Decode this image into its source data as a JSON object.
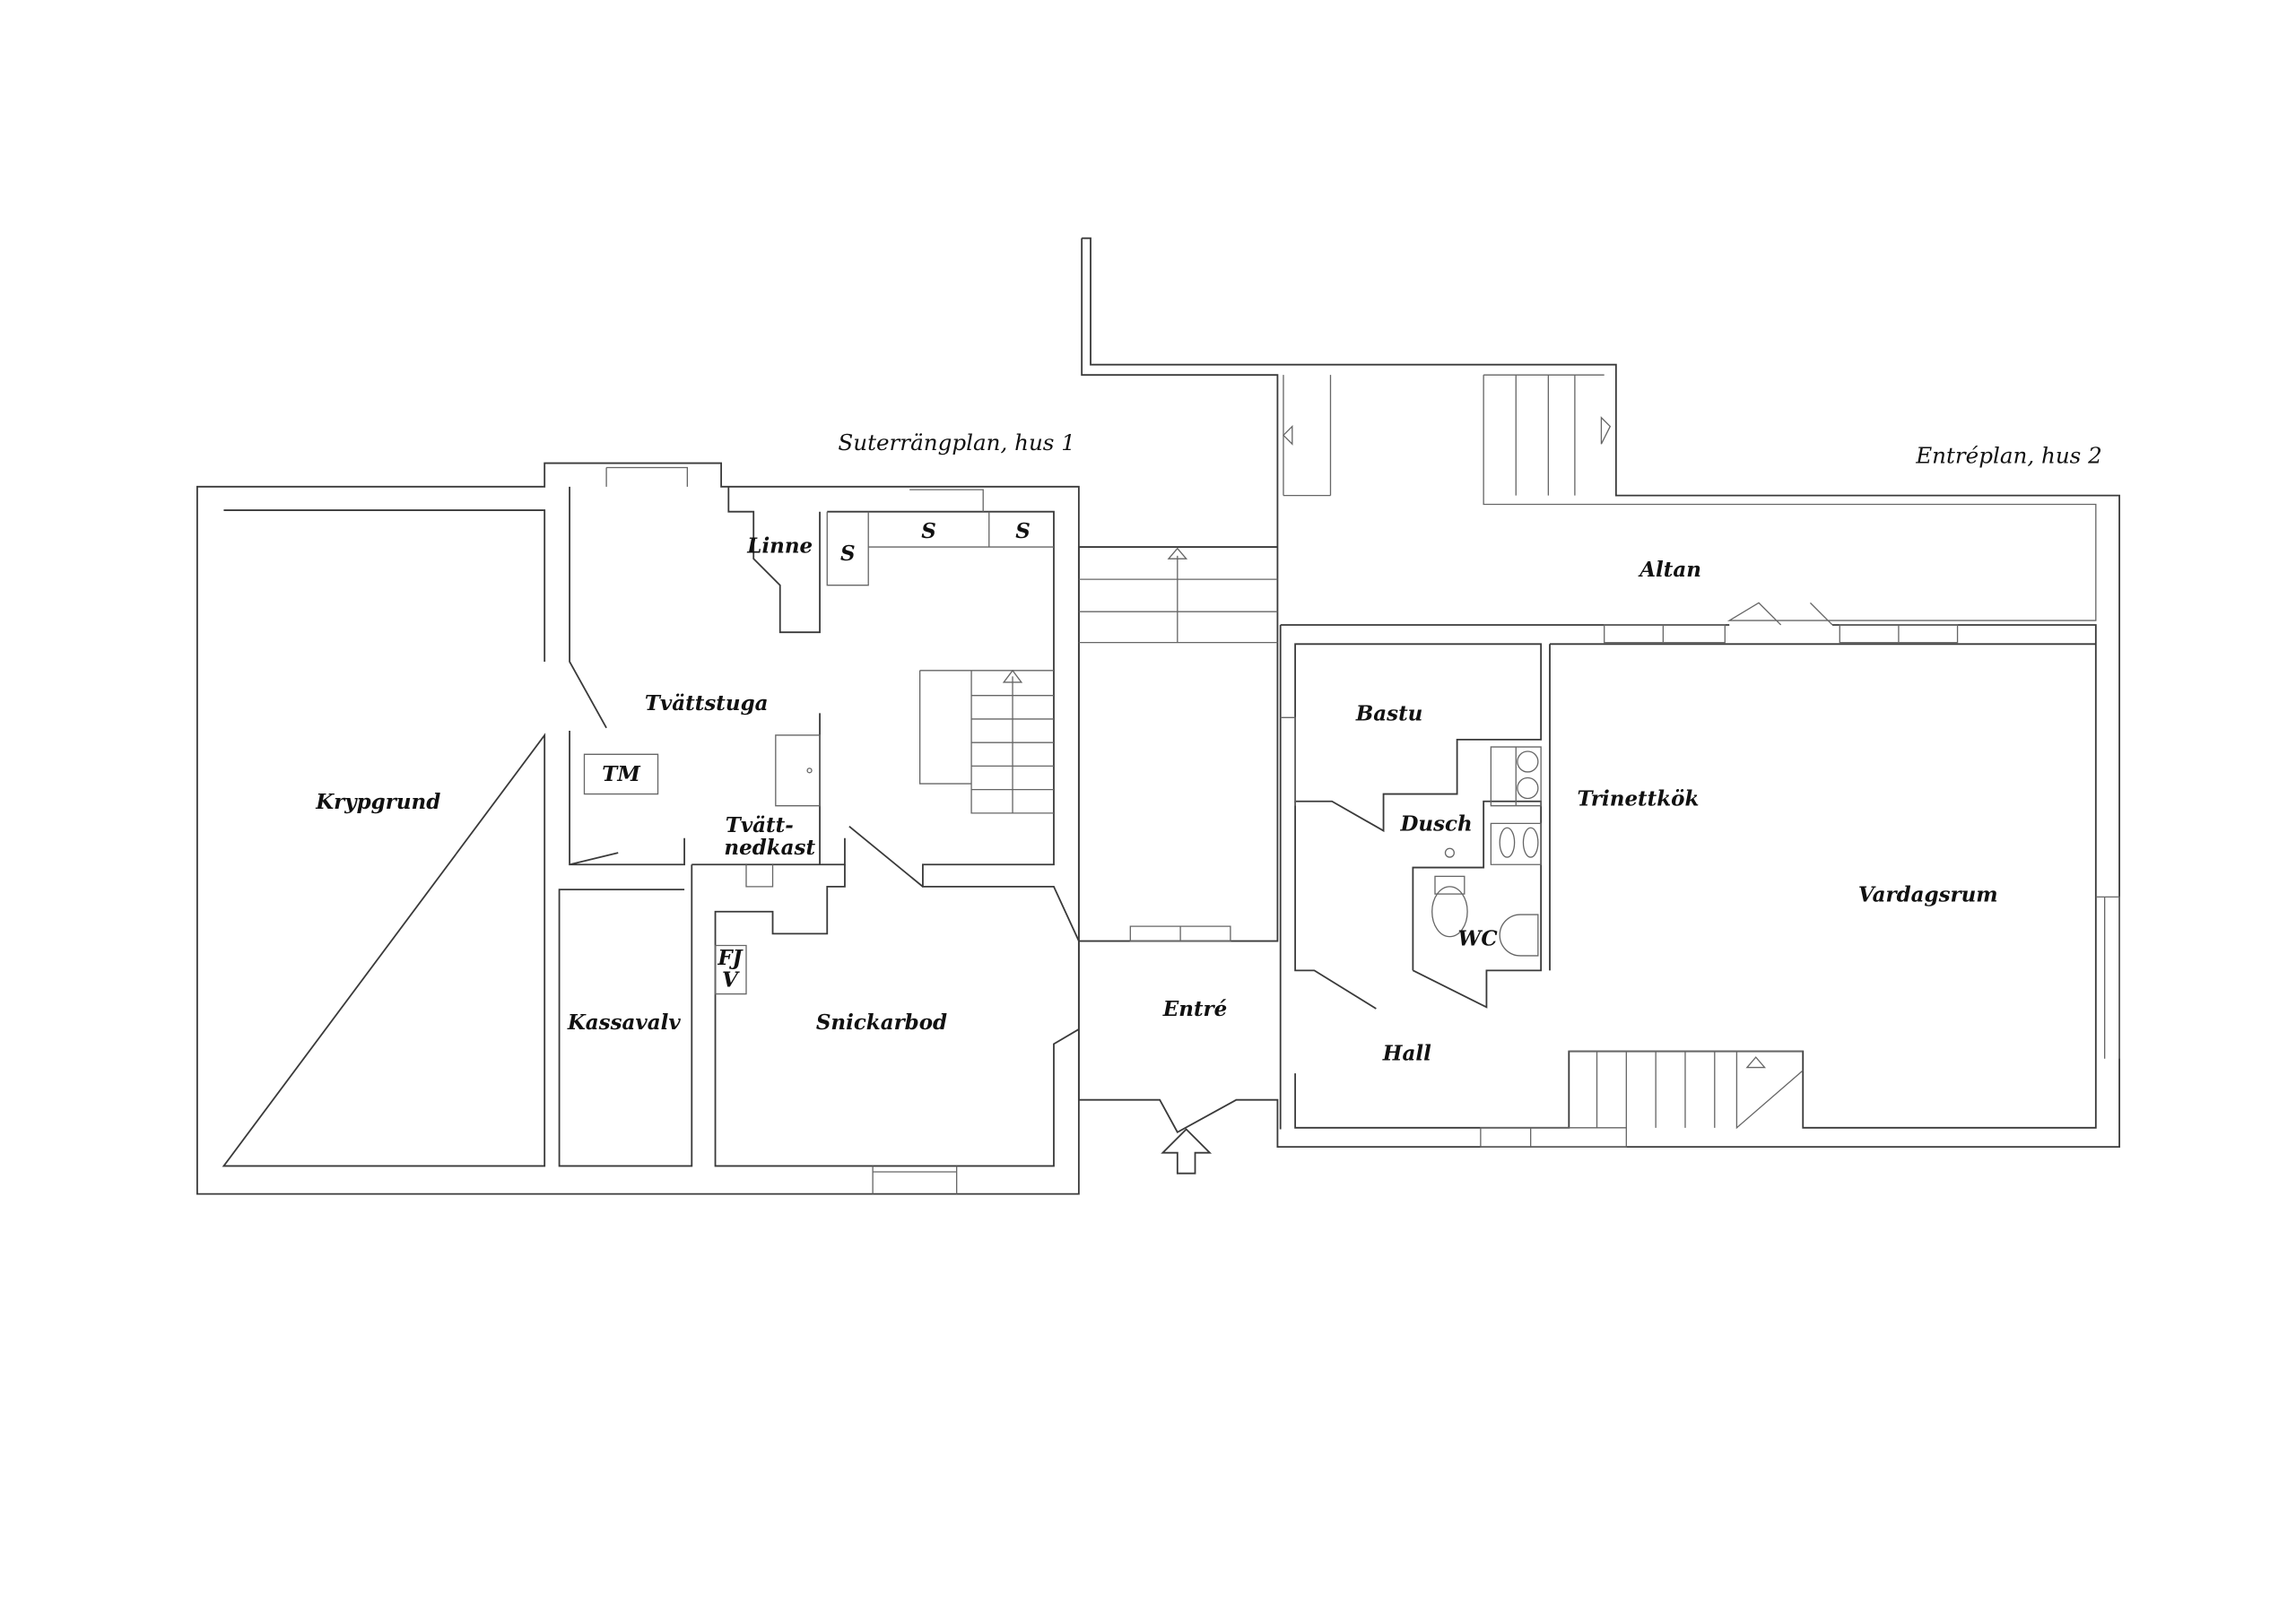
{
  "titles": {
    "left": "Suterrängplan, hus 1",
    "right": "Entréplan, hus 2"
  },
  "rooms": {
    "krypgrund": "Krypgrund",
    "tvattstuga": "Tvättstuga",
    "linne": "Linne",
    "s1": "S",
    "s2": "S",
    "s3": "S",
    "tm": "TM",
    "tvatt_line1": "Tvätt-",
    "tvatt_line2": "nedkast",
    "fj": "FJ",
    "v": "V",
    "kassavalv": "Kassavalv",
    "snickarbod": "Snickarbod",
    "entre": "Entré",
    "hall": "Hall",
    "bastu": "Bastu",
    "dusch": "Dusch",
    "wc": "WC",
    "trinettkok": "Trinettkök",
    "vardagsrum": "Vardagsrum",
    "altan": "Altan"
  },
  "icons": [
    "entrance-arrow-icon",
    "stair-arrow-icon",
    "toilet-icon",
    "sink-icon",
    "stove-icon"
  ]
}
